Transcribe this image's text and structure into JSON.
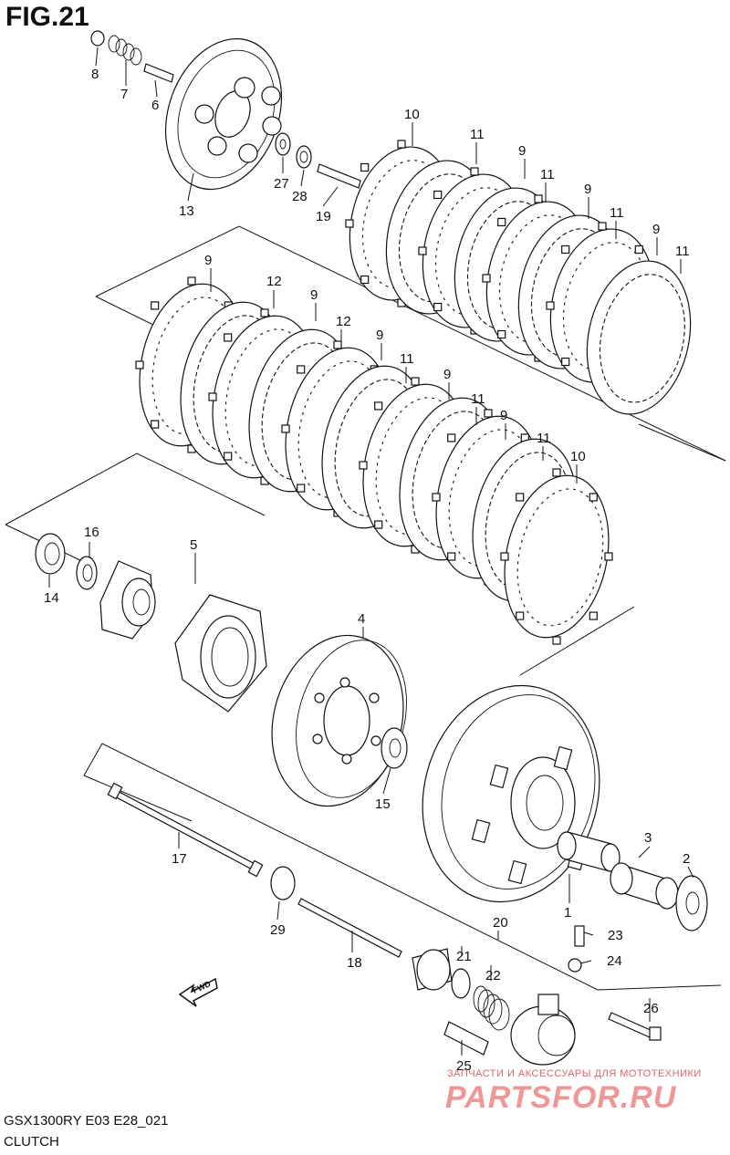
{
  "figure": {
    "title": "FIG.21",
    "model_code": "GSX1300RY E03 E28_021",
    "section": "CLUTCH"
  },
  "watermark": {
    "subtitle": "ЗАПЧАСТИ И АКСЕССУАРЫ ДЛЯ МОТОТЕХНИКИ",
    "logo": "PARTSFOR.RU"
  },
  "fwd_label": "FWD",
  "parts": [
    {
      "id": "p8",
      "label": "8"
    },
    {
      "id": "p7",
      "label": "7"
    },
    {
      "id": "p6",
      "label": "6"
    },
    {
      "id": "p13",
      "label": "13"
    },
    {
      "id": "p27",
      "label": "27"
    },
    {
      "id": "p28",
      "label": "28"
    },
    {
      "id": "p19",
      "label": "19"
    },
    {
      "id": "p10a",
      "label": "10"
    },
    {
      "id": "p11a",
      "label": "11"
    },
    {
      "id": "p9a",
      "label": "9"
    },
    {
      "id": "p11b",
      "label": "11"
    },
    {
      "id": "p9b",
      "label": "9"
    },
    {
      "id": "p11c",
      "label": "11"
    },
    {
      "id": "p9c",
      "label": "9"
    },
    {
      "id": "p11d",
      "label": "11"
    },
    {
      "id": "p9d",
      "label": "9"
    },
    {
      "id": "p12a",
      "label": "12"
    },
    {
      "id": "p9e",
      "label": "9"
    },
    {
      "id": "p12b",
      "label": "12"
    },
    {
      "id": "p9f",
      "label": "9"
    },
    {
      "id": "p11e",
      "label": "11"
    },
    {
      "id": "p9g",
      "label": "9"
    },
    {
      "id": "p11f",
      "label": "11"
    },
    {
      "id": "p9h",
      "label": "9"
    },
    {
      "id": "p11g",
      "label": "11"
    },
    {
      "id": "p10b",
      "label": "10"
    },
    {
      "id": "p14",
      "label": "14"
    },
    {
      "id": "p16",
      "label": "16"
    },
    {
      "id": "p5",
      "label": "5"
    },
    {
      "id": "p4",
      "label": "4"
    },
    {
      "id": "p15",
      "label": "15"
    },
    {
      "id": "p3",
      "label": "3"
    },
    {
      "id": "p2",
      "label": "2"
    },
    {
      "id": "p1",
      "label": "1"
    },
    {
      "id": "p17",
      "label": "17"
    },
    {
      "id": "p29",
      "label": "29"
    },
    {
      "id": "p18",
      "label": "18"
    },
    {
      "id": "p20",
      "label": "20"
    },
    {
      "id": "p21",
      "label": "21"
    },
    {
      "id": "p22",
      "label": "22"
    },
    {
      "id": "p23",
      "label": "23"
    },
    {
      "id": "p24",
      "label": "24"
    },
    {
      "id": "p26",
      "label": "26"
    },
    {
      "id": "p25",
      "label": "25"
    }
  ]
}
